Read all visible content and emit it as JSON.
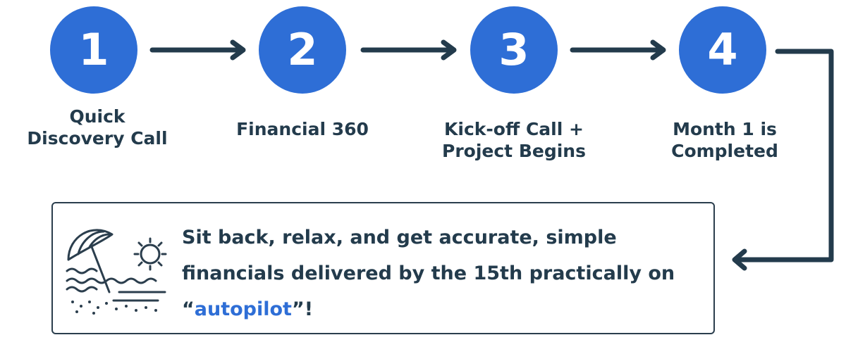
{
  "steps": [
    {
      "number": "1",
      "label": "Quick\nDiscovery Call"
    },
    {
      "number": "2",
      "label": "Financial 360"
    },
    {
      "number": "3",
      "label": "Kick-off Call +\nProject Begins"
    },
    {
      "number": "4",
      "label": "Month 1 is\nCompleted"
    }
  ],
  "outcome": {
    "text_before": "Sit back, relax, and get accurate, simple financials delivered by the 15th practically on “",
    "highlight": "autopilot",
    "text_after": "”!"
  },
  "colors": {
    "accent": "#2e6ed6",
    "text": "#233b4c",
    "connector": "#233b4c",
    "box_border": "#2b3e4d"
  },
  "icons": [
    "beach-umbrella-icon",
    "sun-icon",
    "waves-icon"
  ]
}
